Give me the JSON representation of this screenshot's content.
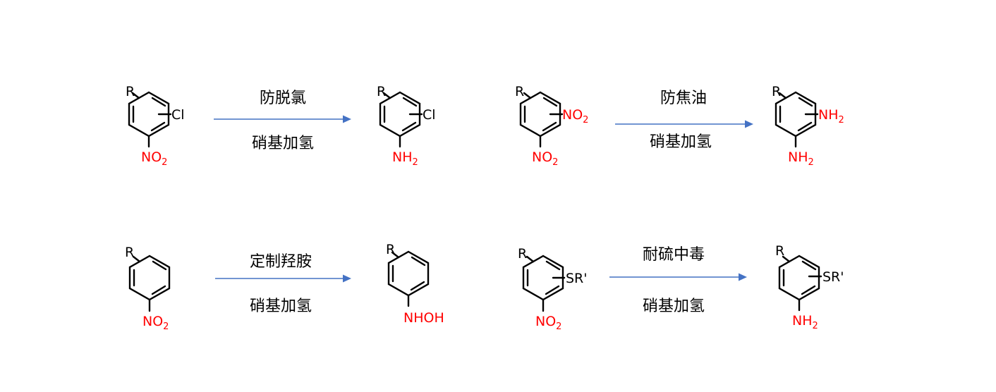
{
  "colors": {
    "bond": "#000000",
    "group": "#ff0000",
    "arrow": "#4472c4",
    "text": "#000000"
  },
  "reactions": [
    {
      "condition": "防脱氯",
      "reaction_type": "硝基加氢",
      "reactant": {
        "r_label": "R",
        "side_group": {
          "text": "Cl",
          "color": "#000000"
        },
        "bottom_group": {
          "main": "NO",
          "sub": "2",
          "color": "#ff0000"
        }
      },
      "product": {
        "r_label": "R",
        "side_group": {
          "text": "Cl",
          "color": "#000000"
        },
        "bottom_group": {
          "main": "NH",
          "sub": "2",
          "color": "#ff0000"
        }
      }
    },
    {
      "condition": "防焦油",
      "reaction_type": "硝基加氢",
      "reactant": {
        "r_label": "R",
        "side_group": {
          "main": "NO",
          "sub": "2",
          "color": "#ff0000"
        },
        "bottom_group": {
          "main": "NO",
          "sub": "2",
          "color": "#ff0000"
        }
      },
      "product": {
        "r_label": "R",
        "side_group": {
          "main": "NH",
          "sub": "2",
          "color": "#ff0000"
        },
        "bottom_group": {
          "main": "NH",
          "sub": "2",
          "color": "#ff0000"
        }
      }
    },
    {
      "condition": "定制羟胺",
      "reaction_type": "硝基加氢",
      "reactant": {
        "r_label": "R",
        "bottom_group": {
          "main": "NO",
          "sub": "2",
          "color": "#ff0000"
        }
      },
      "product": {
        "r_label": "R",
        "bottom_group": {
          "text": "NHOH",
          "color": "#ff0000"
        }
      }
    },
    {
      "condition": "耐硫中毒",
      "reaction_type": "硝基加氢",
      "reactant": {
        "r_label": "R",
        "side_group": {
          "text": "SR'",
          "color": "#000000"
        },
        "bottom_group": {
          "main": "NO",
          "sub": "2",
          "color": "#ff0000"
        }
      },
      "product": {
        "r_label": "R",
        "side_group": {
          "text": "SR'",
          "color": "#000000"
        },
        "bottom_group": {
          "main": "NH",
          "sub": "2",
          "color": "#ff0000"
        }
      }
    }
  ]
}
